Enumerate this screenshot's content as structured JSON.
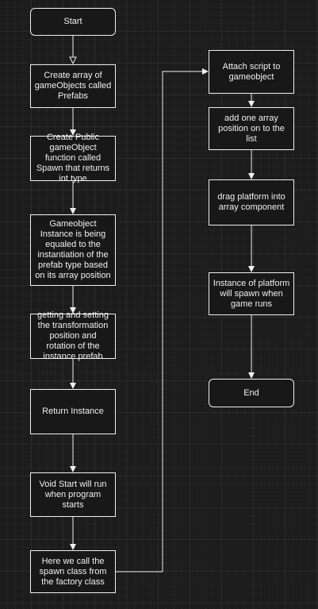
{
  "nodes": {
    "start": "Start",
    "create_array": "Create array of gameObjects called Prefabs",
    "create_spawn": "Create Public gameObject function called Spawn that returns int type",
    "instance_equal": "Gameobject Instance is being equaled to the instantiation of the prefab type based on its array position",
    "transform": "getting and setting the transformation position and rotation of the instance prefab",
    "return_instance": "Return Instance",
    "void_start": "Void Start will run when program starts",
    "call_spawn": "Here we call the spawn class from the factory class",
    "attach_script": "Attach script to gameobject",
    "add_array": "add one array position on to the list",
    "drag_platform": "drag platform into array component",
    "instance_spawn": "Instance of platform will spawn when game runs",
    "end": "End"
  },
  "colors": {
    "background": "#1c1c1c",
    "stroke": "#f0f0f0",
    "node_fill": "#181818"
  }
}
